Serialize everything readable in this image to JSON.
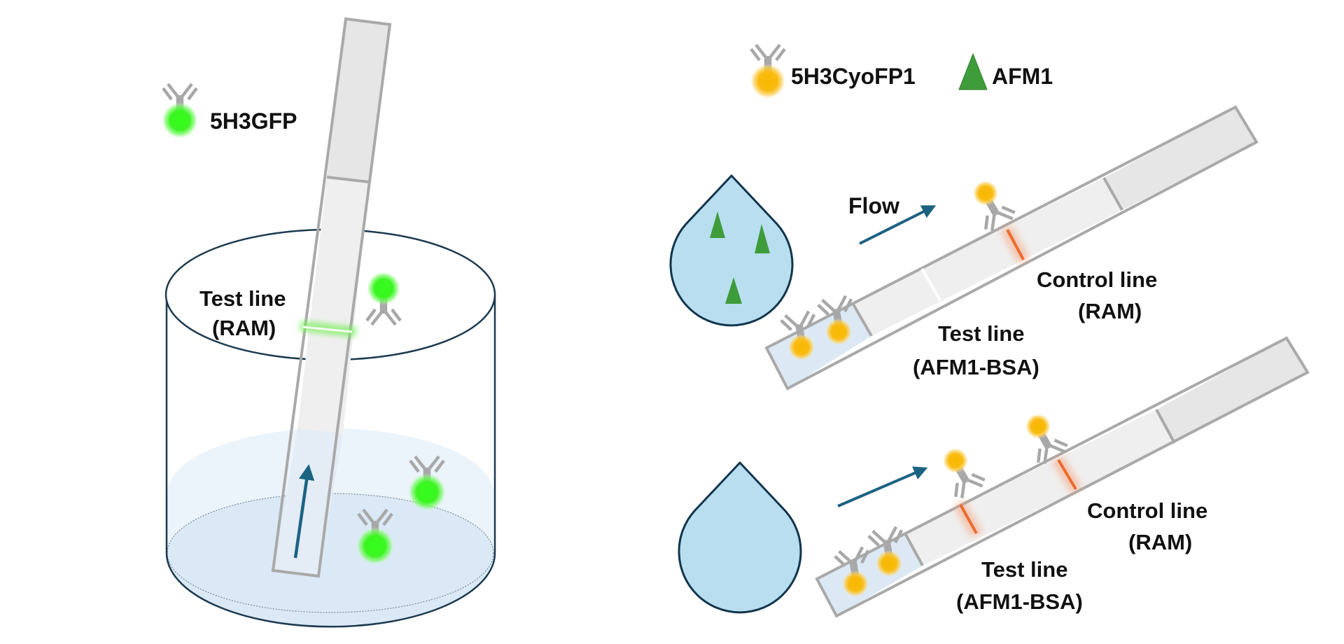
{
  "figure": {
    "left_panel": {
      "legend": {
        "label": "5H3GFP",
        "reporter_color": "#33ff1a",
        "icon": "antibody-gfp-icon"
      },
      "test_line_label": {
        "line1": "Test line",
        "line2": "(RAM)"
      },
      "test_line_color": "#7ff063",
      "flow_arrow_icon": "arrow-up-icon",
      "liquid_color": "#dbe9f6"
    },
    "right_panel": {
      "legend": [
        {
          "label": "5H3CyoFP1",
          "icon": "antibody-cyofp-icon",
          "color": "#f9bb10"
        },
        {
          "label": "AFM1",
          "icon": "triangle-afm1-icon",
          "color": "#3f9c3a"
        }
      ],
      "flow_label": "Flow",
      "strips": [
        {
          "sample": "AFM1-positive",
          "afm1_count": 3,
          "test_line_label": {
            "line1": "Test line",
            "line2": "(AFM1-BSA)"
          },
          "control_line_label": {
            "line1": "Control line",
            "line2": "(RAM)"
          },
          "test_line_visible": false,
          "control_line_visible": true
        },
        {
          "sample": "AFM1-negative",
          "afm1_count": 0,
          "test_line_label": {
            "line1": "Test line",
            "line2": "(AFM1-BSA)"
          },
          "control_line_label": {
            "line1": "Control line",
            "line2": "(RAM)"
          },
          "test_line_visible": true,
          "control_line_visible": true
        }
      ],
      "line_color": "#ec6b2e",
      "drop_color": "#b8def0",
      "arrow_color": "#1c6382"
    }
  }
}
